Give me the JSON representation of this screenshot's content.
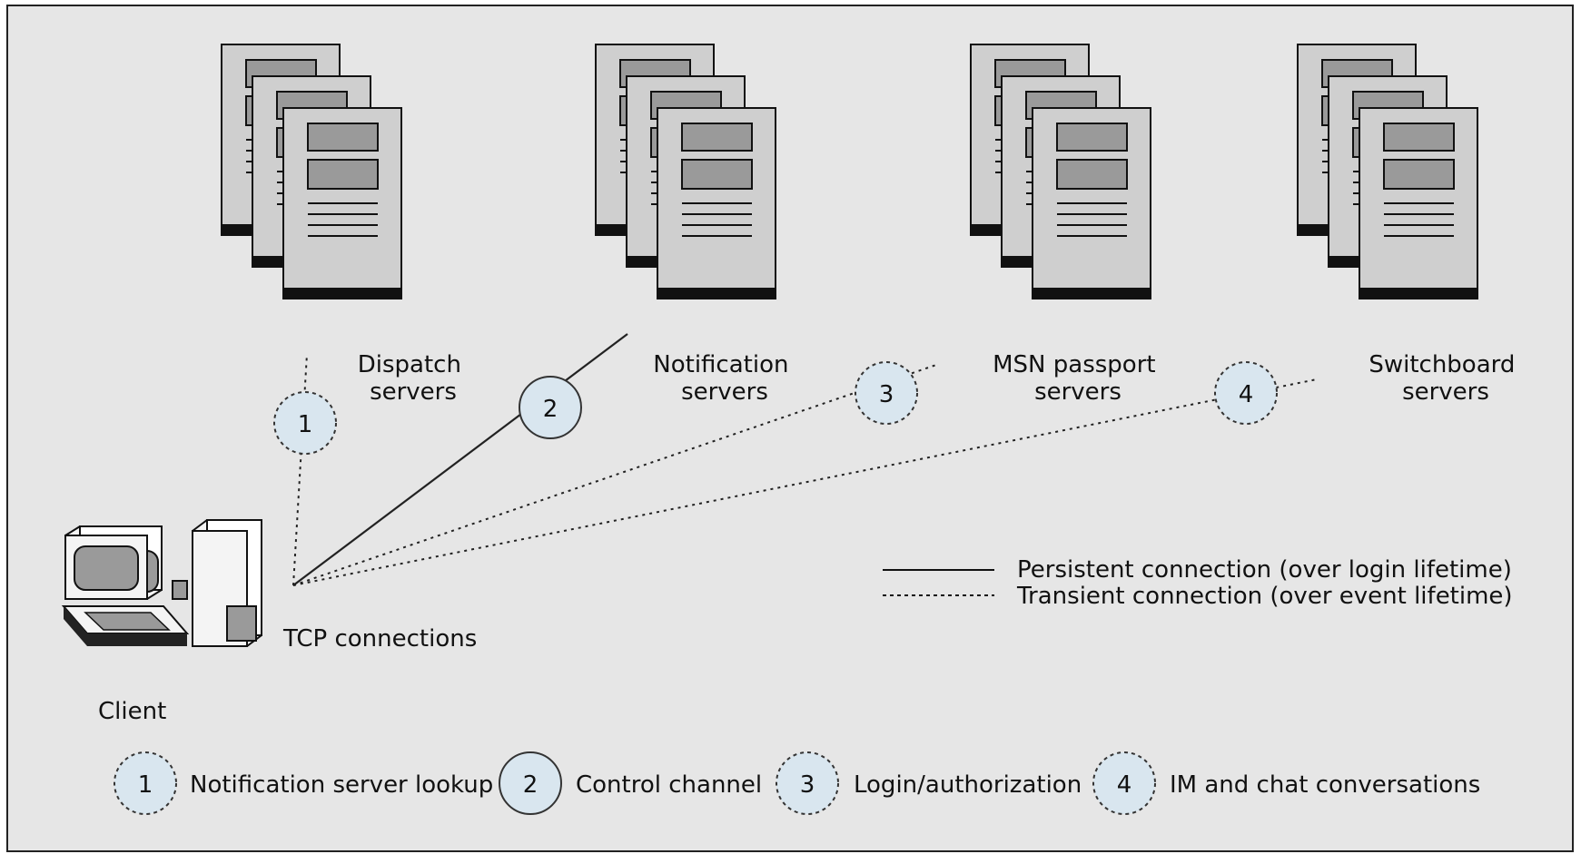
{
  "servers": [
    {
      "line1": "Dispatch",
      "line2": "servers"
    },
    {
      "line1": "Notification",
      "line2": "servers"
    },
    {
      "line1": "MSN passport",
      "line2": "servers"
    },
    {
      "line1": "Switchboard",
      "line2": "servers"
    }
  ],
  "client": {
    "label": "Client",
    "connections_label": "TCP connections"
  },
  "connections": [
    {
      "number": "1",
      "style": "transient",
      "target": "Dispatch servers"
    },
    {
      "number": "2",
      "style": "persistent",
      "target": "Notification servers"
    },
    {
      "number": "3",
      "style": "transient",
      "target": "MSN passport servers"
    },
    {
      "number": "4",
      "style": "transient",
      "target": "Switchboard servers"
    }
  ],
  "line_legend": {
    "persistent": "Persistent connection (over login lifetime)",
    "transient": "Transient connection (over event lifetime)"
  },
  "key": [
    {
      "number": "1",
      "label": "Notification server lookup",
      "style": "dashed"
    },
    {
      "number": "2",
      "label": "Control channel",
      "style": "solid"
    },
    {
      "number": "3",
      "label": "Login/authorization",
      "style": "dashed"
    },
    {
      "number": "4",
      "label": "IM and chat conversations",
      "style": "dashed"
    }
  ],
  "colors": {
    "background": "#e6e6e6",
    "server": "#cfcfcf",
    "badge": "#d9e6ef",
    "stroke": "#111111"
  }
}
